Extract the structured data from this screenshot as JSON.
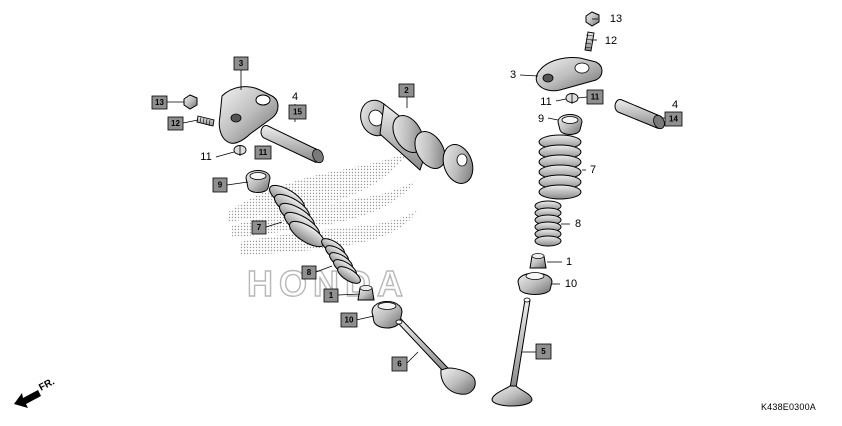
{
  "diagram": {
    "callouts": {
      "c1": "1",
      "c2": "2",
      "c3": "3",
      "c4": "4",
      "c5": "5",
      "c6": "6",
      "c7": "7",
      "c8": "8",
      "c9": "9",
      "c10": "10",
      "c11": "11",
      "c12": "12",
      "c13": "13",
      "c14": "14",
      "c15": "15"
    },
    "watermark": "HONDA",
    "fr_arrow_label": "FR.",
    "figure_code": "K438E0300A"
  }
}
